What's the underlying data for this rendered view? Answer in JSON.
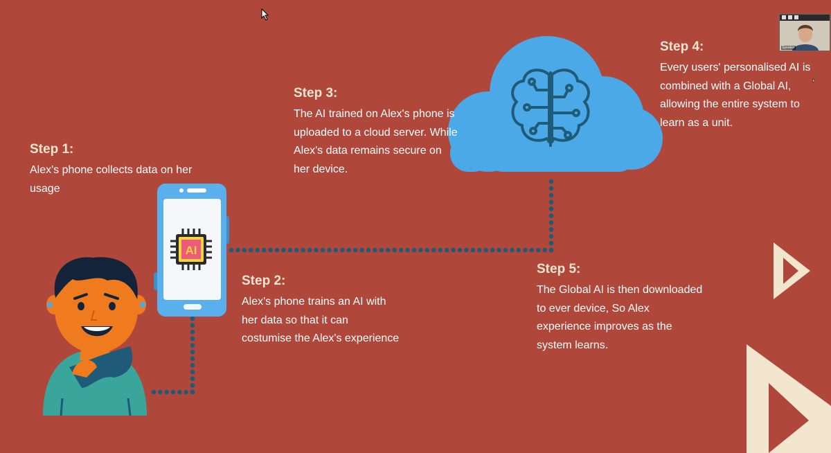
{
  "steps": [
    {
      "title": "Step 1:",
      "body": "Alex's phone collects data on her usage"
    },
    {
      "title": "Step 2:",
      "body": "Alex's phone trains an AI with her data so that it can costumise the Alex's experience"
    },
    {
      "title": "Step 3:",
      "body": "The AI trained on Alex's phone is uploaded to a cloud server. While Alex's data remains secure on her device."
    },
    {
      "title": "Step 4:",
      "body": "Every users' personalised AI is combined with a Global AI, allowing the entire system to learn as a unit."
    },
    {
      "title": "Step 5:",
      "body": "The Global AI is then downloaded to ever device, So Alex experience improves as the system learns."
    }
  ],
  "phone": {
    "chip_label": "AI"
  },
  "colors": {
    "background": "#b0473b",
    "dots": "#1f5a78",
    "cloud": "#4aa9e6",
    "phone_frame": "#5ab0ec",
    "chip": "#f5d442",
    "triangle": "#f2e6cf"
  },
  "icons": [
    "cursor-icon",
    "brain-circuit-icon",
    "ai-chip-icon",
    "play-triangle-icon"
  ],
  "video": {
    "participant_label": "Speaker"
  }
}
